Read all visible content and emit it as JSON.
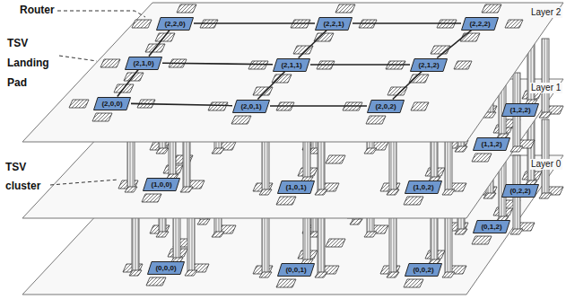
{
  "diagram": {
    "nodes": [
      {
        "text": [
          "(2,2,0)"
        ]
      },
      {
        "text": [
          "(2,2,1)"
        ]
      },
      {
        "text": [
          "(2,2,2)"
        ]
      },
      {
        "text": [
          "(2,1,0)"
        ]
      },
      {
        "text": [
          "(2,1,1)"
        ]
      },
      {
        "text": [
          "(2,1,2)"
        ]
      },
      {
        "text": [
          "(2,0,0)"
        ]
      },
      {
        "text": [
          "(2,0,1)"
        ]
      },
      {
        "text": [
          "(2,0,2)"
        ]
      },
      {
        "text": [
          "(1,2,2)"
        ]
      },
      {
        "text": [
          "(1,1,2)"
        ]
      },
      {
        "text": [
          "(1,0,0)"
        ]
      },
      {
        "text": [
          "(1,0,1)"
        ]
      },
      {
        "text": [
          "(1,0,2)"
        ]
      },
      {
        "text": [
          "(0,2,2)"
        ]
      },
      {
        "text": [
          "(0,1,2)"
        ]
      },
      {
        "text": [
          "(0,0,0)"
        ]
      },
      {
        "text": [
          "(0,0,1)"
        ]
      },
      {
        "text": [
          "(0,0,2)"
        ]
      }
    ],
    "edges": [
      {
        "from": 0,
        "to": 1,
        "arrow": "none"
      },
      {
        "from": 1,
        "to": 2,
        "arrow": "none"
      },
      {
        "from": 3,
        "to": 4,
        "arrow": "none"
      },
      {
        "from": 4,
        "to": 5,
        "arrow": "none"
      },
      {
        "from": 6,
        "to": 7,
        "arrow": "none"
      },
      {
        "from": 7,
        "to": 8,
        "arrow": "none"
      },
      {
        "from": 0,
        "to": 3,
        "arrow": "none"
      },
      {
        "from": 3,
        "to": 6,
        "arrow": "none"
      },
      {
        "from": 1,
        "to": 4,
        "arrow": "none"
      },
      {
        "from": 4,
        "to": 7,
        "arrow": "none"
      },
      {
        "from": 2,
        "to": 5,
        "arrow": "none"
      },
      {
        "from": 5,
        "to": 8,
        "arrow": "none"
      }
    ],
    "labels": [
      "Router",
      "TSV Landing Pad",
      "TSV cluster",
      "Layer 2",
      "Layer 1",
      "Layer 0"
    ]
  }
}
